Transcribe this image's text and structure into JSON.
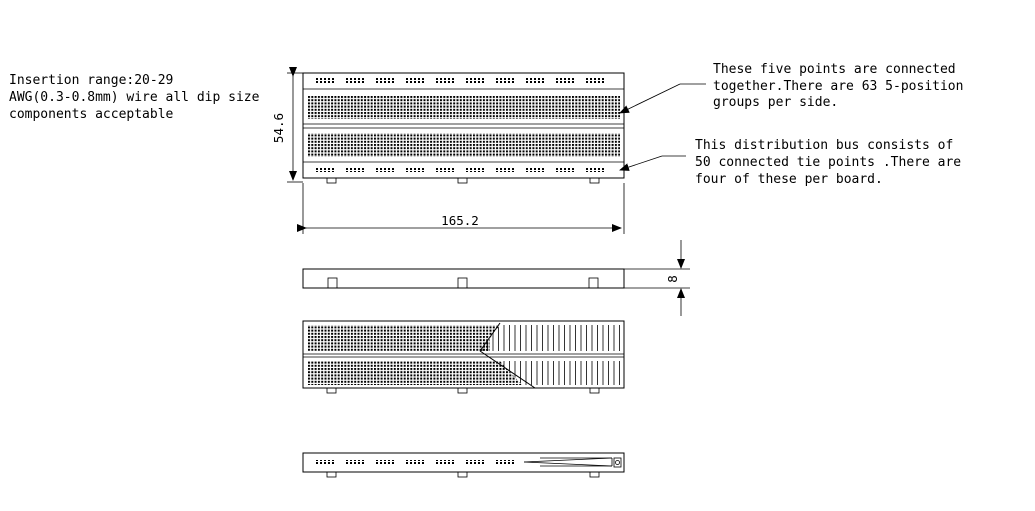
{
  "annotations": {
    "insertion": [
      "Insertion range:20-29",
      "AWG(0.3-0.8mm) wire all dip size",
      "components acceptable"
    ],
    "terminal_strip": [
      "These five points are connected",
      "together.There are 63 5-position",
      "groups per side."
    ],
    "distribution_bus": [
      "This distribution bus consists of",
      "50 connected tie points .There are",
      "four of these per board."
    ]
  },
  "dimensions": {
    "length": "165.2",
    "width": "54.6",
    "height": "8"
  }
}
